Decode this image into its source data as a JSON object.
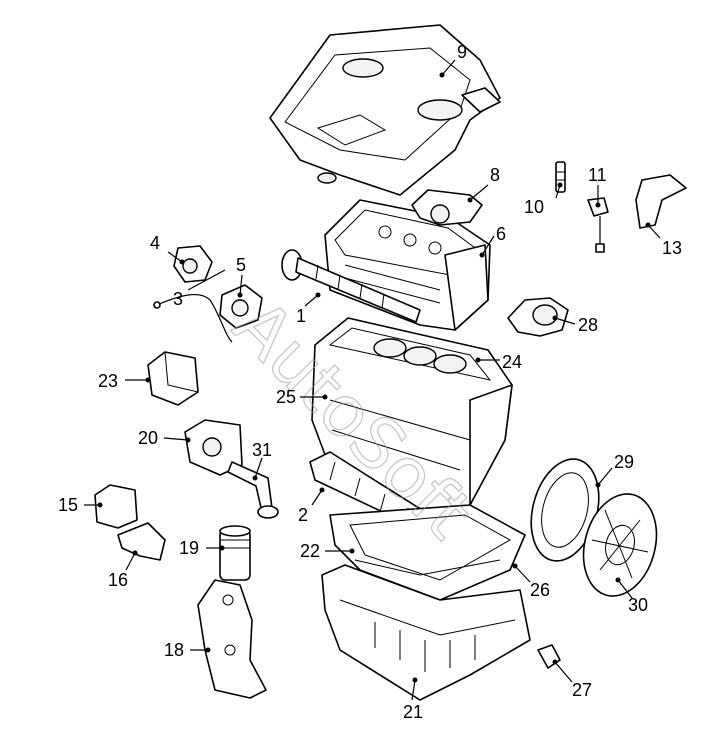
{
  "diagram": {
    "watermark": "AutoSoft",
    "callouts": [
      {
        "id": "1",
        "label": "1"
      },
      {
        "id": "2",
        "label": "2"
      },
      {
        "id": "3",
        "label": "3"
      },
      {
        "id": "4",
        "label": "4"
      },
      {
        "id": "5",
        "label": "5"
      },
      {
        "id": "6",
        "label": "6"
      },
      {
        "id": "8",
        "label": "8"
      },
      {
        "id": "9",
        "label": "9"
      },
      {
        "id": "10",
        "label": "10"
      },
      {
        "id": "11",
        "label": "11"
      },
      {
        "id": "13",
        "label": "13"
      },
      {
        "id": "15",
        "label": "15"
      },
      {
        "id": "16",
        "label": "16"
      },
      {
        "id": "18",
        "label": "18"
      },
      {
        "id": "19",
        "label": "19"
      },
      {
        "id": "20",
        "label": "20"
      },
      {
        "id": "21",
        "label": "21"
      },
      {
        "id": "22",
        "label": "22"
      },
      {
        "id": "23",
        "label": "23"
      },
      {
        "id": "24",
        "label": "24"
      },
      {
        "id": "25",
        "label": "25"
      },
      {
        "id": "26",
        "label": "26"
      },
      {
        "id": "27",
        "label": "27"
      },
      {
        "id": "28",
        "label": "28"
      },
      {
        "id": "29",
        "label": "29"
      },
      {
        "id": "30",
        "label": "30"
      },
      {
        "id": "31",
        "label": "31"
      }
    ]
  }
}
